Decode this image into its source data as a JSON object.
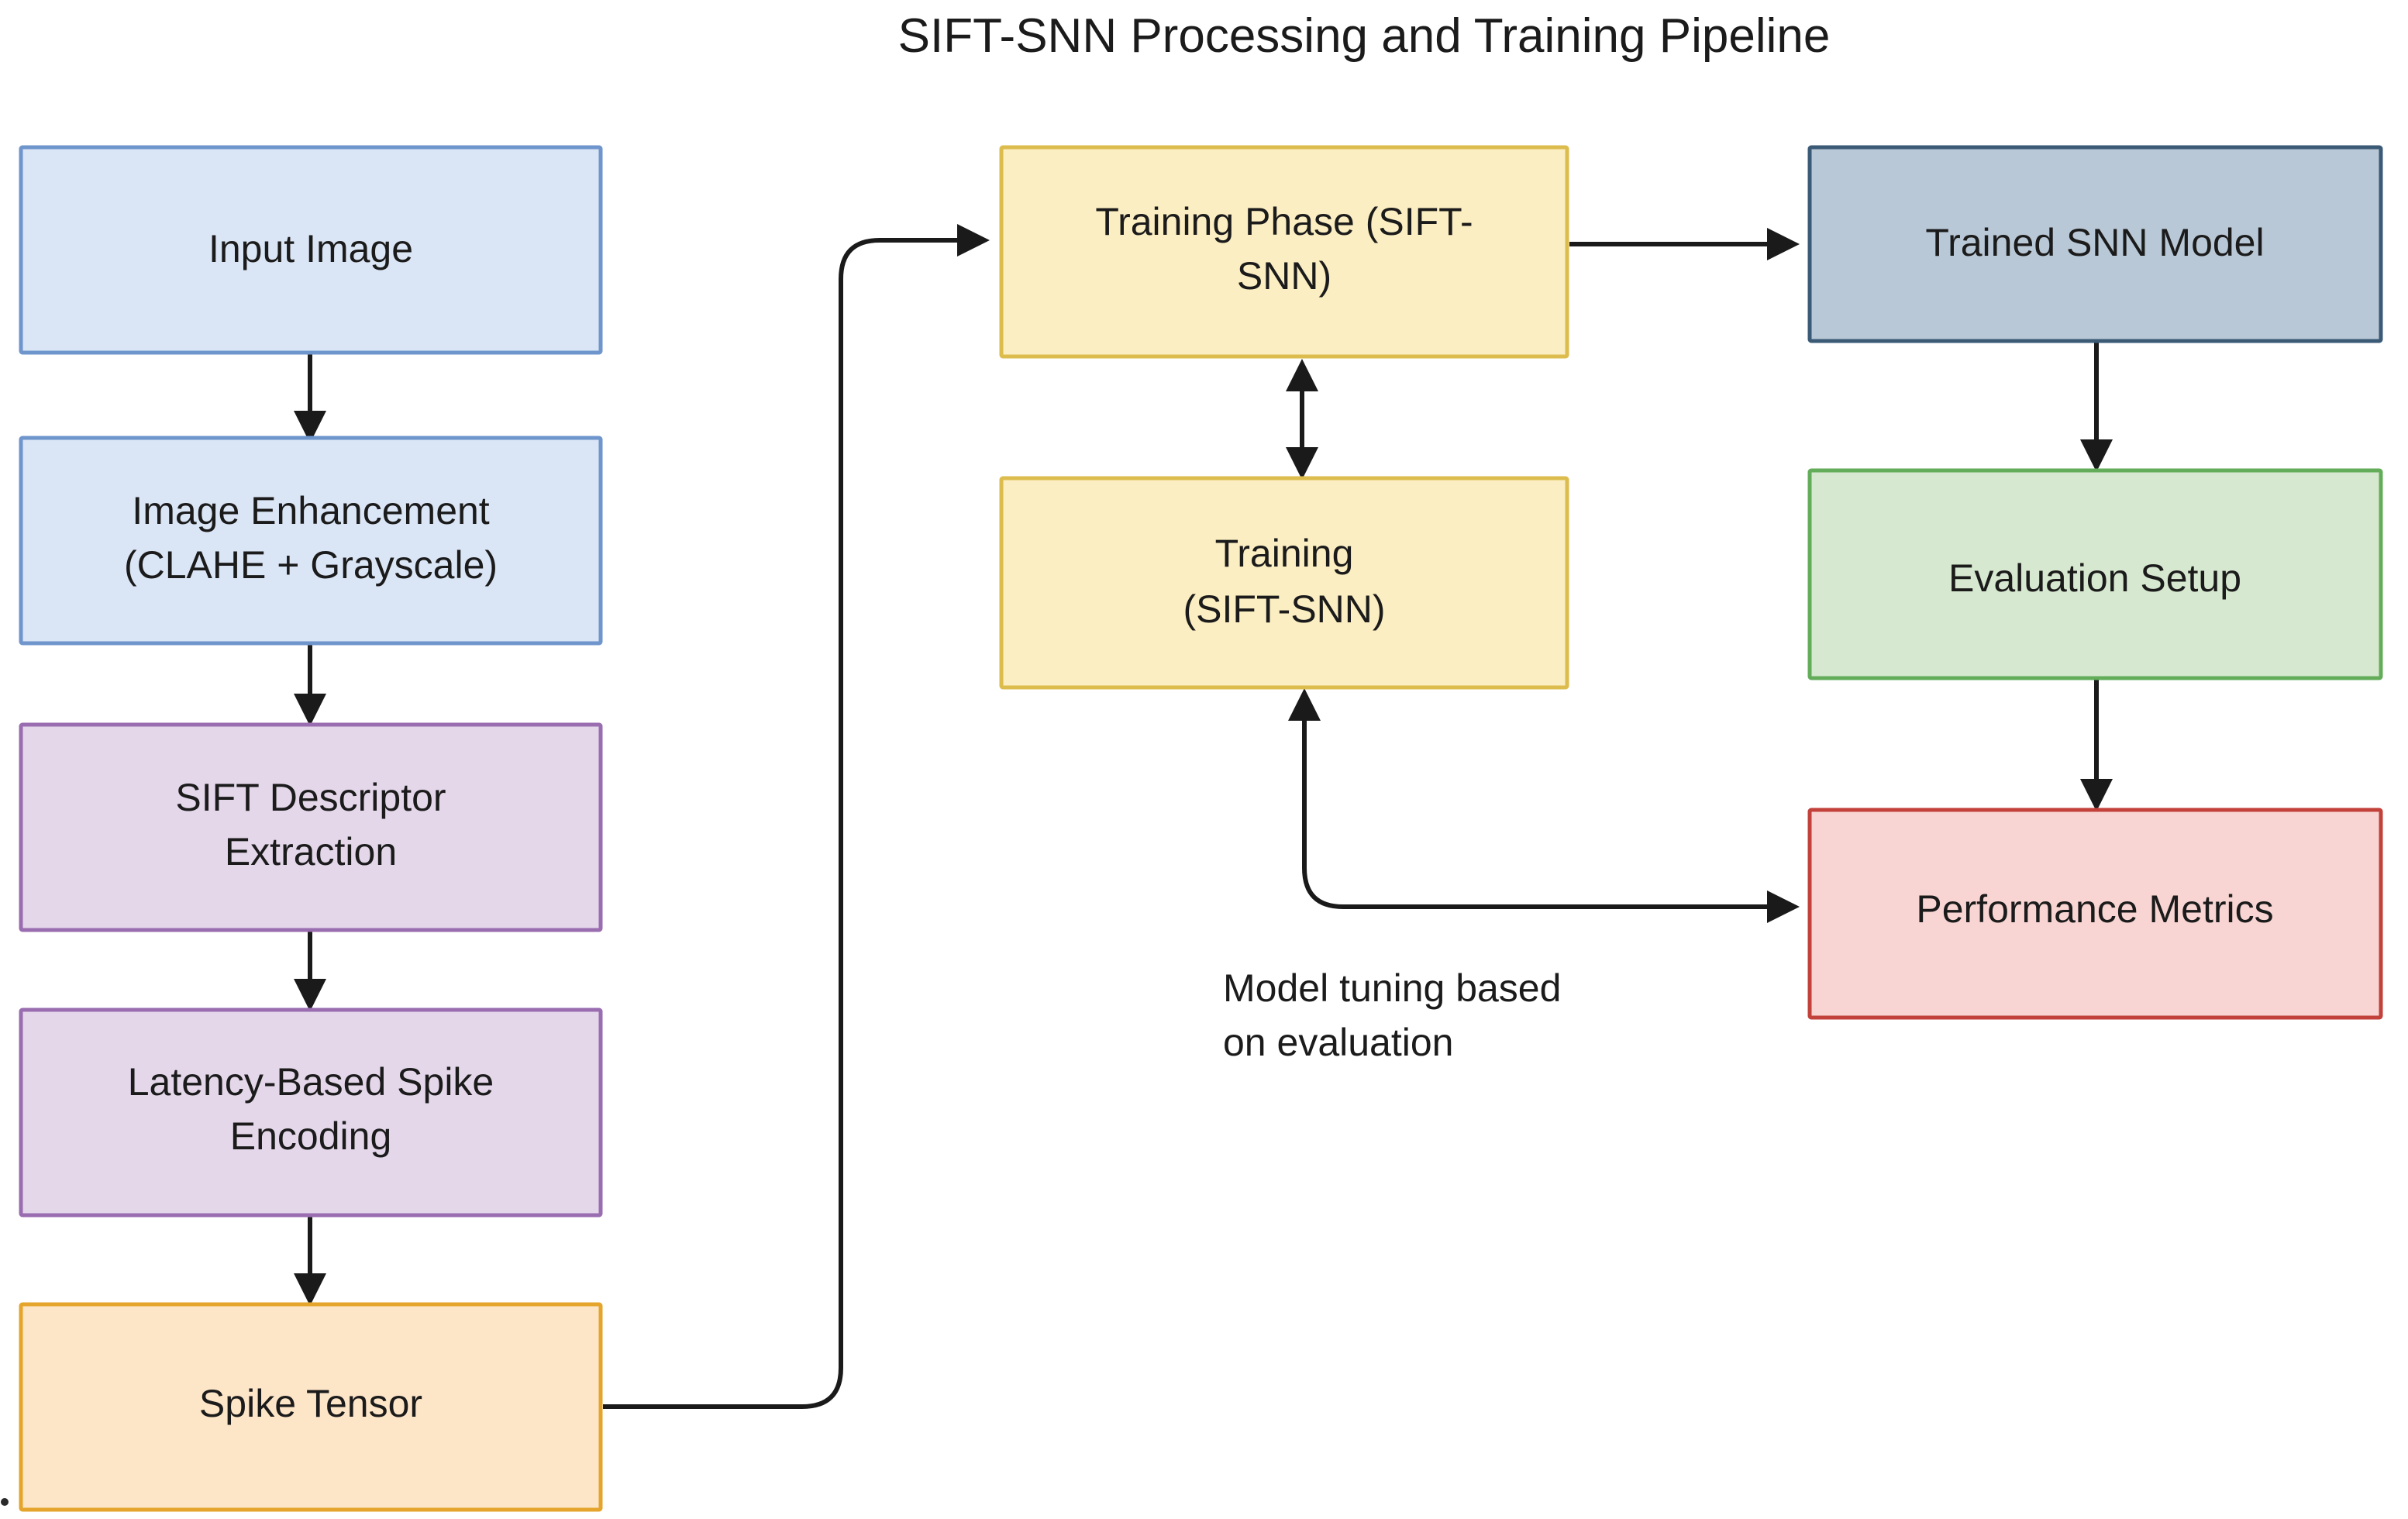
{
  "title": "SIFT-SNN Processing and Training Pipeline",
  "diagram": {
    "type": "flowchart",
    "nodes": [
      {
        "id": "input-image",
        "label_lines": [
          "Input Image"
        ],
        "fill": "#dae5f5",
        "stroke": "#6f95cd",
        "column": "left"
      },
      {
        "id": "image-enhancement",
        "label_lines": [
          "Image Enhancement",
          "(CLAHE + Grayscale)"
        ],
        "fill": "#dae5f5",
        "stroke": "#6f95cd",
        "column": "left"
      },
      {
        "id": "sift-descriptor-extraction",
        "label_lines": [
          "SIFT Descriptor",
          "Extraction"
        ],
        "fill": "#e4d7ea",
        "stroke": "#9a6cb0",
        "column": "left"
      },
      {
        "id": "latency-based-spike-encoding",
        "label_lines": [
          "Latency-Based Spike",
          "Encoding"
        ],
        "fill": "#e4d7ea",
        "stroke": "#9a6cb0",
        "column": "left"
      },
      {
        "id": "spike-tensor",
        "label_lines": [
          "Spike Tensor"
        ],
        "fill": "#fde5c8",
        "stroke": "#e5a52c",
        "column": "left"
      },
      {
        "id": "training-phase",
        "label_lines": [
          "Training Phase (SIFT-",
          "SNN)"
        ],
        "fill": "#fbeec2",
        "stroke": "#ddbc4e",
        "column": "middle"
      },
      {
        "id": "training",
        "label_lines": [
          "Training",
          "(SIFT-SNN)"
        ],
        "fill": "#fbeec2",
        "stroke": "#ddbc4e",
        "column": "middle"
      },
      {
        "id": "trained-snn-model",
        "label_lines": [
          "Trained SNN Model"
        ],
        "fill": "#b9c8d6",
        "stroke": "#3b5a76",
        "column": "right"
      },
      {
        "id": "evaluation-setup",
        "label_lines": [
          "Evaluation Setup"
        ],
        "fill": "#d6e8cf",
        "stroke": "#63ad5a",
        "column": "right"
      },
      {
        "id": "performance-metrics",
        "label_lines": [
          "Performance Metrics"
        ],
        "fill": "#f8d5d2",
        "stroke": "#c2413a",
        "column": "right"
      }
    ],
    "edges": [
      {
        "id": "e1",
        "from": "input-image",
        "to": "image-enhancement",
        "label": "",
        "direction": "down"
      },
      {
        "id": "e2",
        "from": "image-enhancement",
        "to": "sift-descriptor-extraction",
        "label": "",
        "direction": "down"
      },
      {
        "id": "e3",
        "from": "sift-descriptor-extraction",
        "to": "latency-based-spike-encoding",
        "label": "",
        "direction": "down"
      },
      {
        "id": "e4",
        "from": "latency-based-spike-encoding",
        "to": "spike-tensor",
        "label": "",
        "direction": "down"
      },
      {
        "id": "e5",
        "from": "spike-tensor",
        "to": "training-phase",
        "label": "",
        "direction": "elbow-up-right"
      },
      {
        "id": "e6",
        "from": "training-phase",
        "to": "trained-snn-model",
        "label": "",
        "direction": "right"
      },
      {
        "id": "e7",
        "from": "training-phase",
        "to": "training",
        "label": "",
        "direction": "bidirectional-vertical"
      },
      {
        "id": "e8",
        "from": "trained-snn-model",
        "to": "evaluation-setup",
        "label": "",
        "direction": "down"
      },
      {
        "id": "e9",
        "from": "evaluation-setup",
        "to": "performance-metrics",
        "label": "",
        "direction": "down"
      },
      {
        "id": "e10",
        "from": "training",
        "to": "performance-metrics",
        "label": "Model tuning based on evaluation",
        "direction": "elbow-down-right"
      }
    ],
    "edge_labels": [
      {
        "id": "model-tuning-label",
        "lines": [
          "Model tuning based",
          "on evaluation"
        ]
      }
    ]
  }
}
